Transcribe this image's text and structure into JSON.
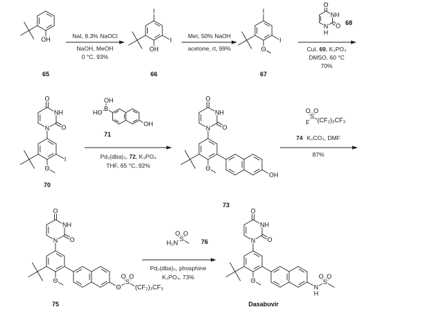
{
  "scheme": {
    "compounds": {
      "c65": {
        "id": "65",
        "atoms": {
          "oh": "OH"
        }
      },
      "c66": {
        "id": "66",
        "atoms": {
          "i1": "I",
          "i2": "I",
          "oh": "OH"
        }
      },
      "c67": {
        "id": "67",
        "atoms": {
          "i1": "I",
          "i2": "I",
          "o": "O"
        }
      },
      "c70": {
        "id": "70",
        "atoms": {
          "o1": "O",
          "nh": "NH",
          "o2": "O",
          "n": "N",
          "o": "O",
          "i": "I"
        }
      },
      "c73": {
        "id": "73",
        "atoms": {
          "o1": "O",
          "nh": "NH",
          "o2": "O",
          "n": "N",
          "o": "O",
          "oh": "OH"
        }
      },
      "c75": {
        "id": "75",
        "atoms": {
          "o1": "O",
          "nh": "NH",
          "o2": "O",
          "n": "N",
          "o": "O",
          "oa": "O",
          "s": "S",
          "so1": "O",
          "so2": "O",
          "chain": "(CF₂)₃CF₃"
        }
      },
      "dasabuvir": {
        "id": "Dasabuvir",
        "atoms": {
          "o1": "O",
          "nh": "NH",
          "o2": "O",
          "n": "N",
          "o": "O",
          "n2": "N",
          "h": "H",
          "s": "S",
          "so1": "O",
          "so2": "O"
        }
      }
    },
    "reagents": {
      "r68": {
        "id": "68",
        "atoms": {
          "o1": "O",
          "nh": "NH",
          "o2": "O",
          "n": "N",
          "h": "H"
        }
      },
      "r71": {
        "id": "71",
        "atoms": {
          "b": "B",
          "oh1": "OH",
          "ho": "HO",
          "oh2": "OH"
        }
      },
      "r74": {
        "id": "74",
        "atoms": {
          "s": "S",
          "o1": "O",
          "o2": "O",
          "f": "F",
          "chain": "(CF₂)₃CF₃"
        }
      },
      "r76": {
        "id": "76",
        "atoms": {
          "s": "S",
          "o1": "O",
          "o2": "O",
          "n": "H₂N"
        }
      }
    },
    "steps": [
      {
        "above": "NaI, 8.3% NaOCl",
        "below": [
          "NaOH, MeOH",
          "0 °C, 93%"
        ]
      },
      {
        "above": "MeI, 50% NaOH",
        "below": [
          "acetone, rt, 99%"
        ]
      },
      {
        "below_pre": "CuI, ",
        "below_bold": "69",
        "below_post": ", K₃PO₄",
        "below": [
          "DMSO, 60 °C",
          "70%"
        ]
      },
      {
        "below_pre": "Pd₂(dba)₃, ",
        "below_bold": "72",
        "below_post": ", K₃PO₄",
        "below": [
          "THF, 65 °C, 92%"
        ]
      },
      {
        "above_post": "K₂CO₃, DMF",
        "below": [
          "87%"
        ]
      },
      {
        "below": [
          "Pd₂(dba)₃, phosphine",
          "K₃PO₄, 73%"
        ]
      }
    ]
  }
}
